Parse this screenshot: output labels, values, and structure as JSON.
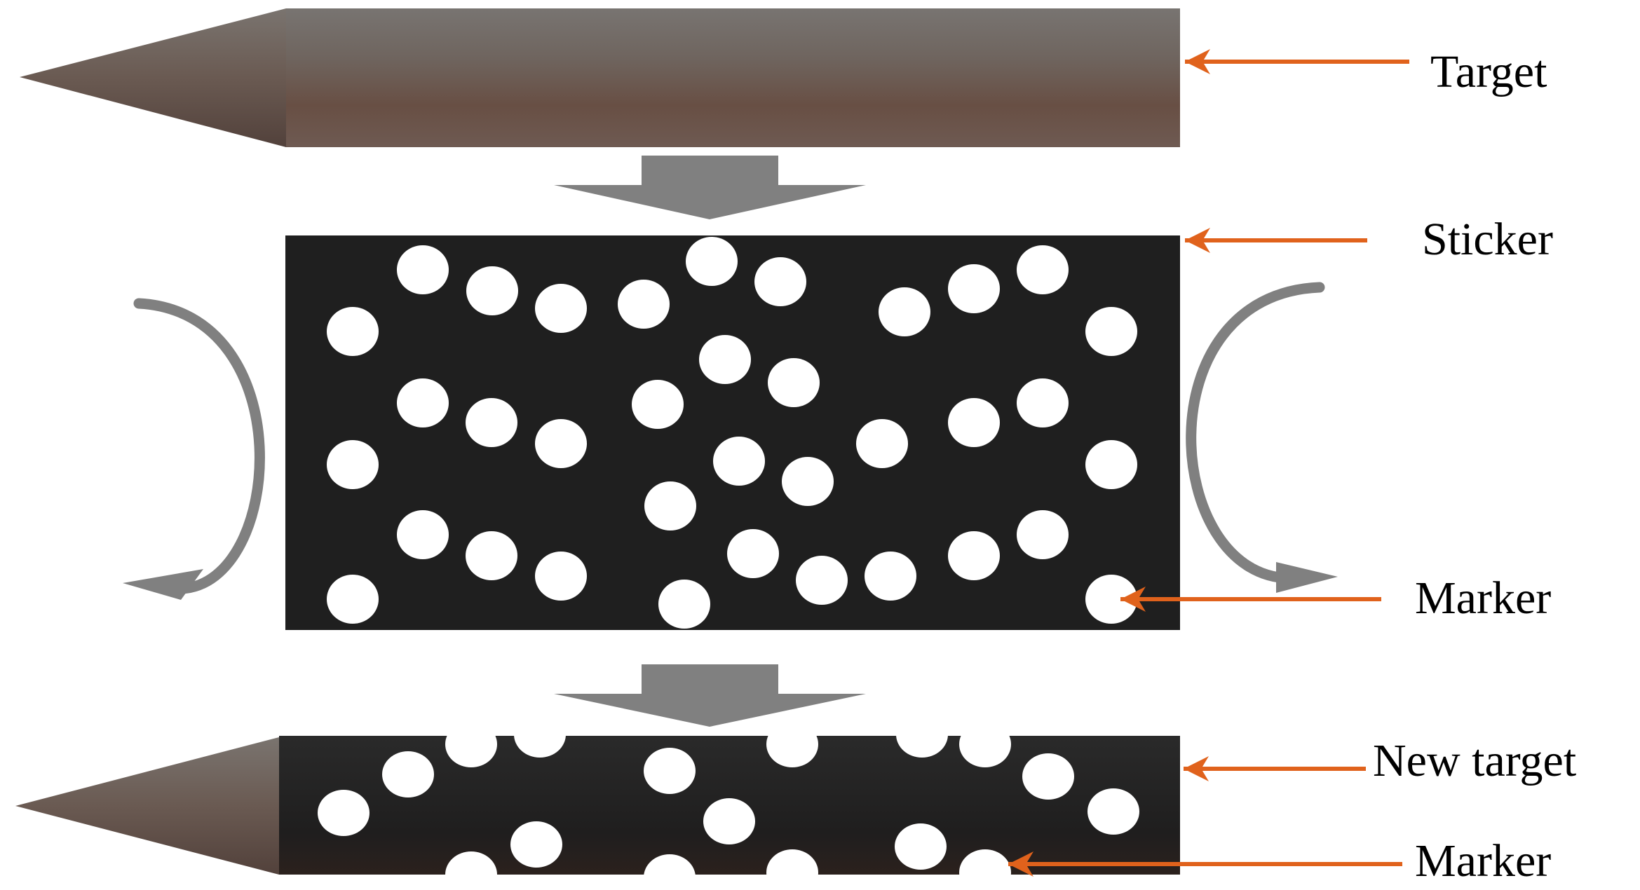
{
  "labels": {
    "target": "Target",
    "sticker": "Sticker",
    "marker_sticker": "Marker",
    "new_target": "New target",
    "marker_new_target": "Marker"
  },
  "icons": {
    "flow_arrow": "down-arrow-icon",
    "wrap_arrow": "curved-arrow-icon",
    "pointer": "pointer-arrow-icon",
    "marker_dot": "circle-marker"
  },
  "colors": {
    "pointer": "#E0621C",
    "flow_arrow": "#808080",
    "sticker": "#1F1F1F",
    "marker": "#FFFFFF",
    "target_body": "#6B5A52",
    "target_tip": "#5A4A44"
  }
}
